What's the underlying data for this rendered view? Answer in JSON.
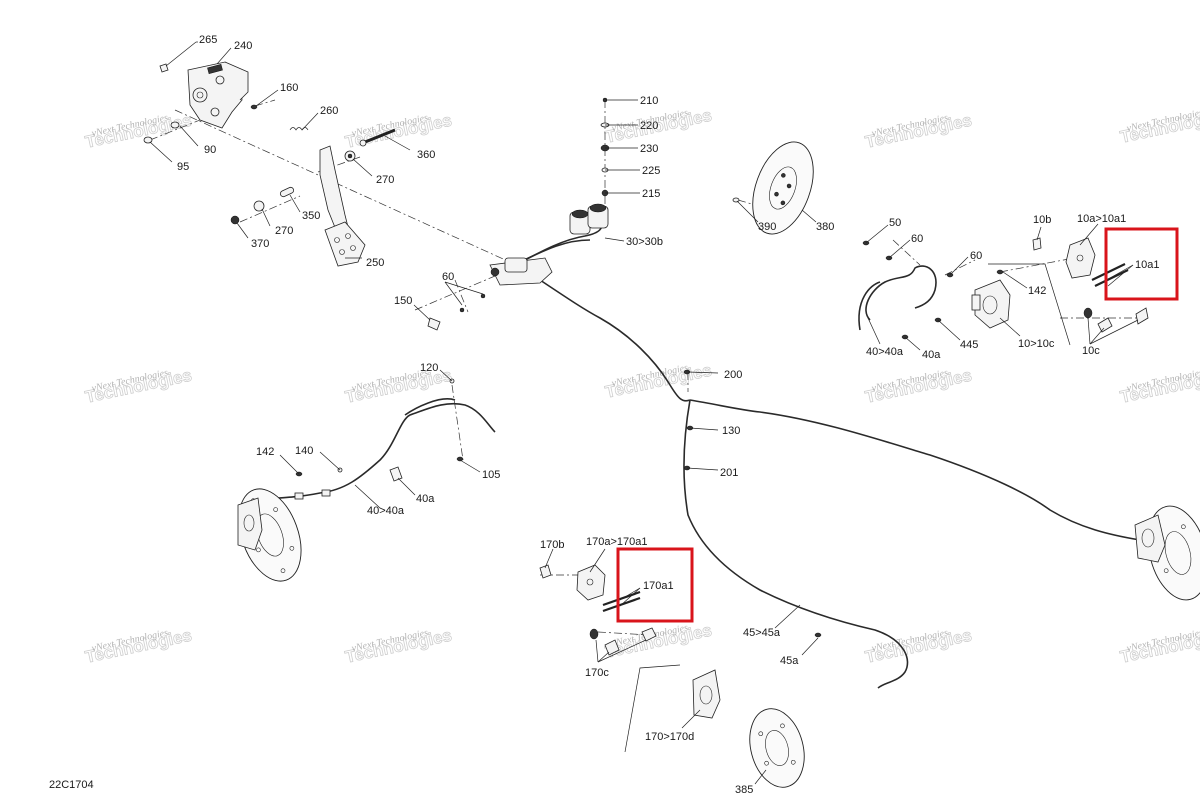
{
  "diagram_code": "22C1704",
  "watermark": {
    "line1": "vNext Technologies",
    "line2": "Technologies"
  },
  "highlight_color": "#d9141b",
  "labels": {
    "p265": "265",
    "p240": "240",
    "p160": "160",
    "p260": "260",
    "p90": "90",
    "p95": "95",
    "p360": "360",
    "p270a": "270",
    "p350": "350",
    "p270b": "270",
    "p370": "370",
    "p250": "250",
    "p60a": "60",
    "p150": "150",
    "p210": "210",
    "p220": "220",
    "p230": "230",
    "p225": "225",
    "p215": "215",
    "p30": "30>30b",
    "p390": "390",
    "p380": "380",
    "p50": "50",
    "p60b": "60",
    "p60c": "60",
    "p142a": "142",
    "p10b": "10b",
    "p10a": "10a>10a1",
    "p10a1": "10a1",
    "p40_40a_r": "40>40a",
    "p40a_r": "40a",
    "p445": "445",
    "p10_10c": "10>10c",
    "p10c": "10c",
    "p120": "120",
    "p200": "200",
    "p142b": "142",
    "p140": "140",
    "p105": "105",
    "p40a_l": "40a",
    "p40_40a_l": "40>40a",
    "p130": "130",
    "p201": "201",
    "p170b": "170b",
    "p170a": "170a>170a1",
    "p170a1": "170a1",
    "p170c": "170c",
    "p45_45a": "45>45a",
    "p45a": "45a",
    "p170_170d": "170>170d",
    "p385": "385"
  }
}
